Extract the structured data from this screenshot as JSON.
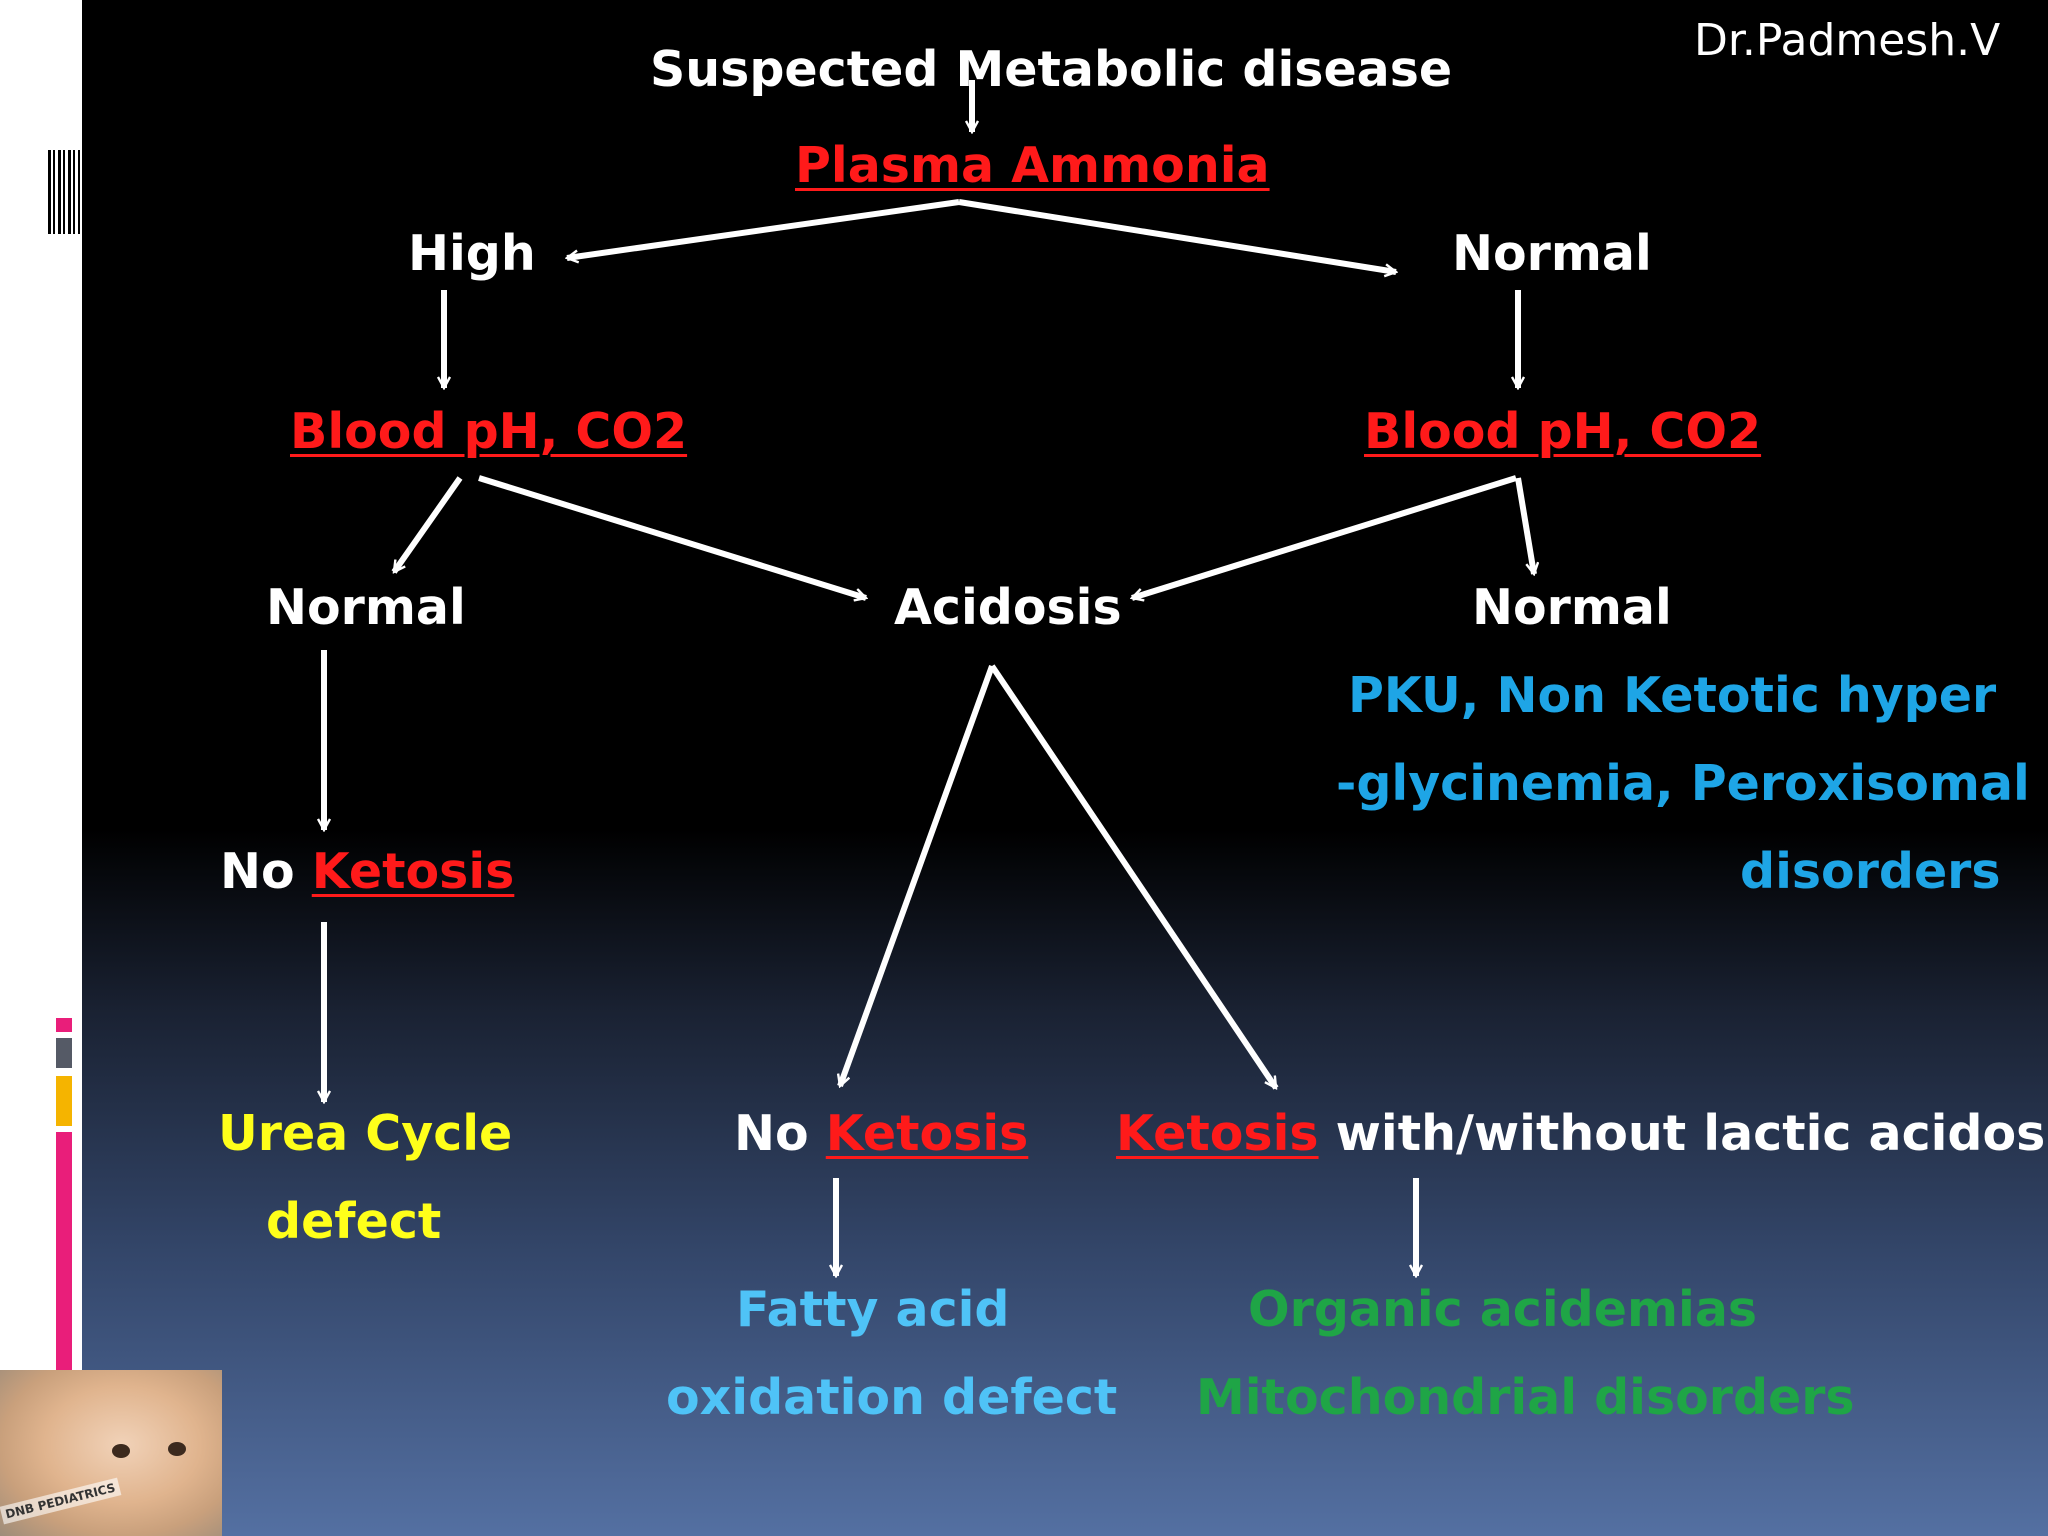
{
  "author": "Dr.Padmesh.V",
  "nodes": {
    "root": "Suspected Metabolic disease",
    "plasma": "Plasma Ammonia",
    "high": "High",
    "normal_top": "Normal",
    "blood_left": "Blood pH, CO2",
    "blood_right": "Blood pH, CO2",
    "normal_left": "Normal",
    "acidosis": "Acidosis",
    "normal_right": "Normal",
    "pku_line1": "PKU, Non Ketotic hyper",
    "pku_line2": "-glycinemia, Peroxisomal",
    "pku_line3": "disorders",
    "no_ketosis_left_prefix": "No",
    "no_ketosis_left_term": "Ketosis",
    "urea_line1": "Urea Cycle",
    "urea_line2": "defect",
    "no_ketosis_mid_prefix": "No",
    "no_ketosis_mid_term": "Ketosis",
    "ketosis_term": "Ketosis",
    "ketosis_suffix": "with/without lactic acidosis",
    "fatty_line1": "Fatty acid",
    "fatty_line2": "oxidation defect",
    "organic_line1": "Organic acidemias",
    "organic_line2": "Mitochondrial disorders"
  },
  "logo": {
    "text": "DNB PEDIATRICS"
  },
  "colors": {
    "heading": "#ffffff",
    "test": "#ff1a1a",
    "urea": "#ffff1a",
    "fatty": "#4fc3f7",
    "pku": "#1ea5e6",
    "organic": "#1fa546",
    "accent_pink": "#e91e7a",
    "accent_orange": "#f5b400",
    "accent_gray": "#555a66"
  }
}
